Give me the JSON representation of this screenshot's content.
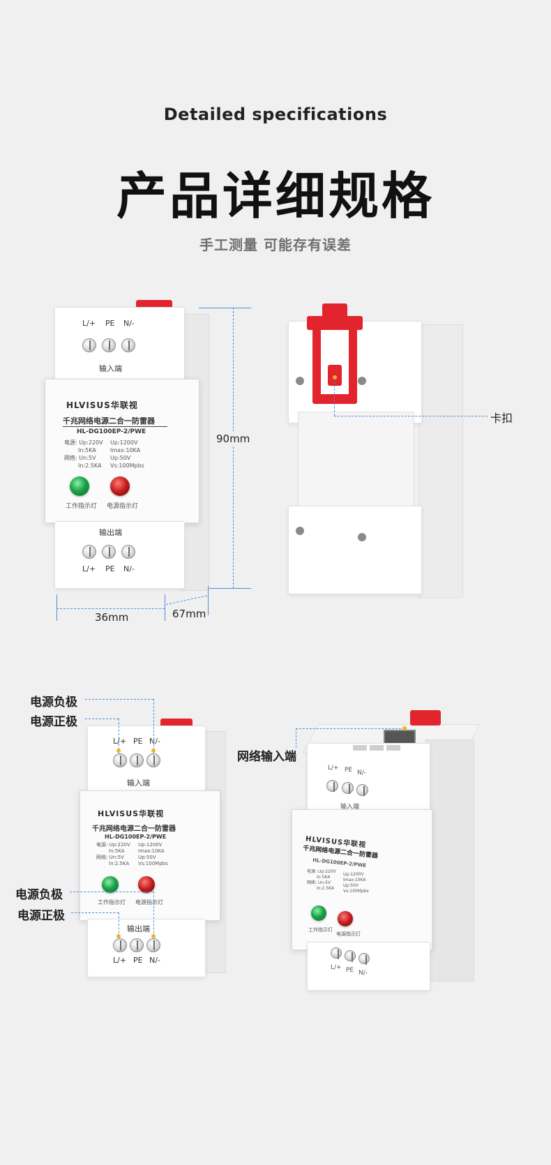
{
  "header": {
    "title_en": "Detailed specifications",
    "title_cn": "产品详细规格",
    "subtitle": "手工测量 可能存有误差"
  },
  "device": {
    "brand": "HLVISUS华联视",
    "name": "千兆网络电源二合一防雷器",
    "model": "HL-DG100EP-2/PWE",
    "specs_left": [
      "电源: Up:220V",
      "In:5KA",
      "网络: Un:5V",
      "In:2.5KA"
    ],
    "specs_right": [
      "Up:1200V",
      "Imax:10KA",
      "Up:50V",
      "Vs:100Mpbs"
    ],
    "terminal_labels": [
      "L/+",
      "PE",
      "N/-"
    ],
    "input_label": "输入端",
    "output_label": "输出端",
    "work_led_label": "工作指示灯",
    "power_led_label": "电源指示灯",
    "colors": {
      "accent_red": "#e2252c",
      "led_green": "#1aa34a",
      "led_red": "#c21b1b",
      "dim_line": "#4a90d9"
    }
  },
  "dimensions": {
    "height": "90mm",
    "width": "36mm",
    "depth": "67mm"
  },
  "callouts": {
    "clip": "卡扣",
    "power_negative": "电源负极",
    "power_positive": "电源正极",
    "network_input": "网络输入端"
  }
}
